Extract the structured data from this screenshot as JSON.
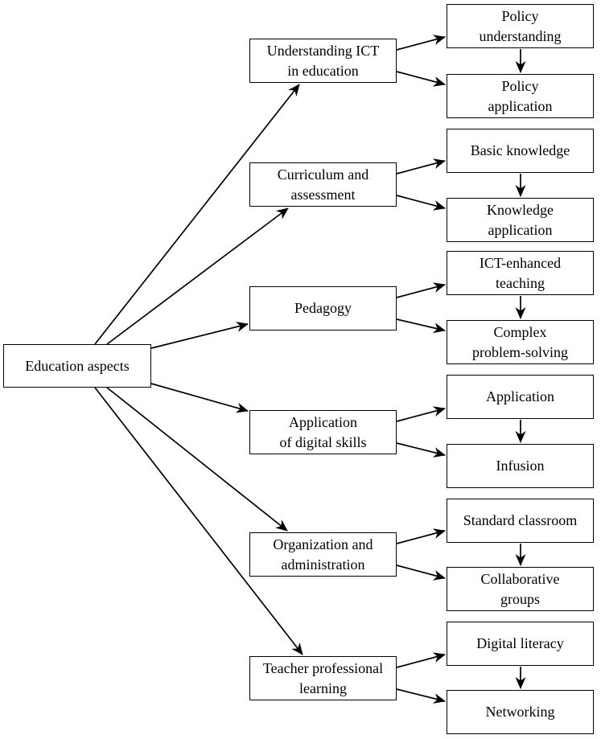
{
  "diagram": {
    "type": "tree",
    "direction": "left-to-right",
    "root": {
      "label": "Education aspects"
    },
    "branches": [
      {
        "label": "Understanding ICT\nin education",
        "children": [
          {
            "label": "Policy\nunderstanding"
          },
          {
            "label": "Policy\napplication"
          }
        ]
      },
      {
        "label": "Curriculum and\nassessment",
        "children": [
          {
            "label": "Basic knowledge"
          },
          {
            "label": "Knowledge\napplication"
          }
        ]
      },
      {
        "label": "Pedagogy",
        "children": [
          {
            "label": "ICT-enhanced\nteaching"
          },
          {
            "label": "Complex\nproblem-solving"
          }
        ]
      },
      {
        "label": "Application\nof digital skills",
        "children": [
          {
            "label": "Application"
          },
          {
            "label": "Infusion"
          }
        ]
      },
      {
        "label": "Organization and\nadministration",
        "children": [
          {
            "label": "Standard classroom"
          },
          {
            "label": "Collaborative\ngroups"
          }
        ]
      },
      {
        "label": "Teacher professional\nlearning",
        "children": [
          {
            "label": "Digital literacy"
          },
          {
            "label": "Networking"
          }
        ]
      }
    ],
    "colors": {
      "node_border": "#000000",
      "node_background": "#ffffff",
      "text": "#000000",
      "arrow": "#000000"
    }
  }
}
